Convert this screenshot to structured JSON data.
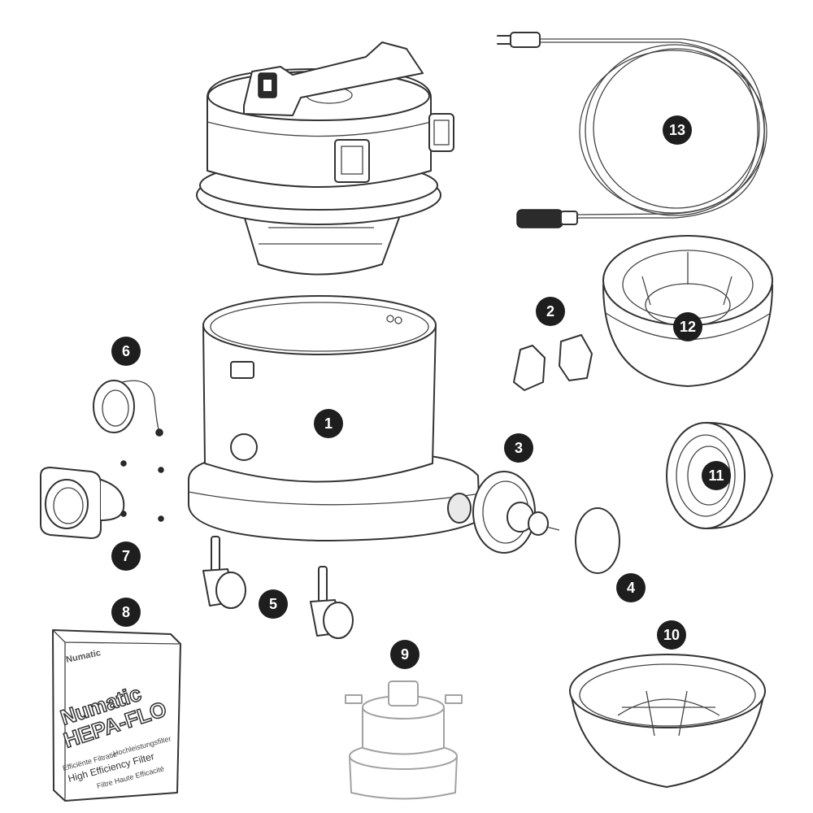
{
  "callouts": [
    {
      "id": "1",
      "label": "1"
    },
    {
      "id": "2",
      "label": "2"
    },
    {
      "id": "3",
      "label": "3"
    },
    {
      "id": "4",
      "label": "4"
    },
    {
      "id": "5",
      "label": "5"
    },
    {
      "id": "6",
      "label": "6"
    },
    {
      "id": "7",
      "label": "7"
    },
    {
      "id": "8",
      "label": "8"
    },
    {
      "id": "9",
      "label": "9"
    },
    {
      "id": "10",
      "label": "10"
    },
    {
      "id": "11",
      "label": "11"
    },
    {
      "id": "12",
      "label": "12"
    },
    {
      "id": "13",
      "label": "13"
    }
  ],
  "filter_box": {
    "brand_logo": "Numatic",
    "brand": "Numatic",
    "product": "HEPA-FLO",
    "line_1": "Efficiënte Filtratie",
    "line_2": "Hochleistungsfilter",
    "line_3": "High Efficiency Filter",
    "line_4": "Filtre Haute Efficacité"
  }
}
